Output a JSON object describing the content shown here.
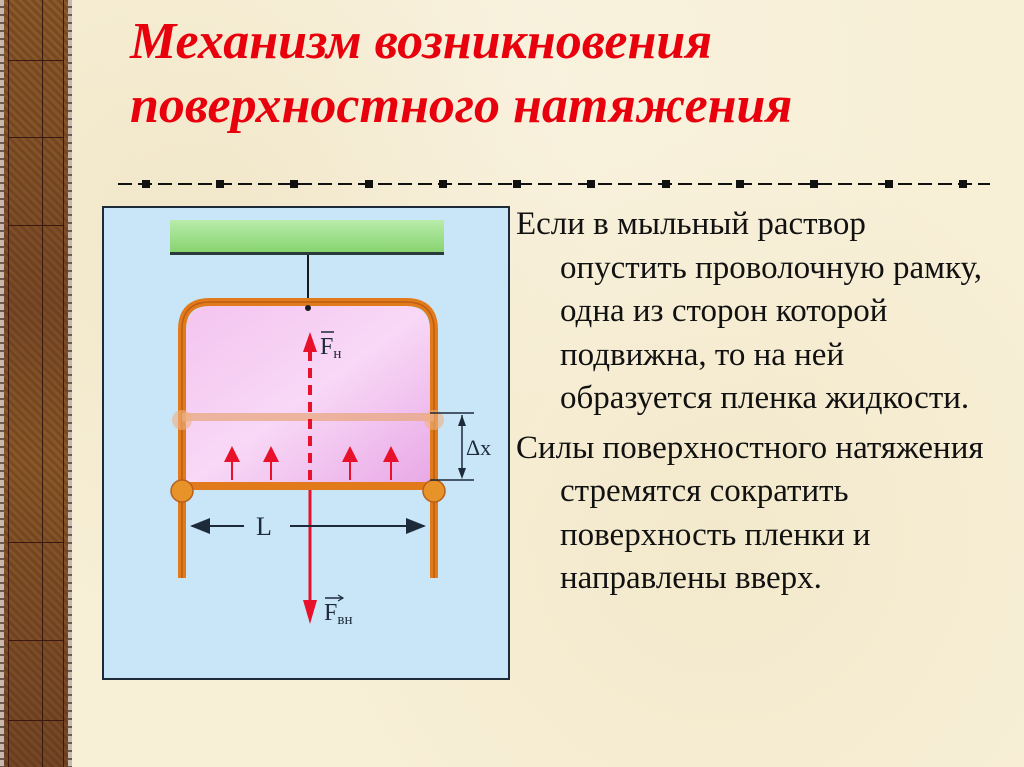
{
  "slide": {
    "title_lines": [
      "Механизм возникновения",
      "поверхностного натяжения"
    ],
    "colors": {
      "title": "#e8000c",
      "background": "#f7efd6",
      "text": "#111111",
      "diagram_bg": "#c8e6f8",
      "frame_wire": "#e07a1a",
      "film": "#f0b8ec",
      "force_arrow": "#e8102a",
      "support_bar": "#9ee08a"
    },
    "divider": {
      "style": "dash-dot-square",
      "icon": "dashed-divider"
    },
    "diagram": {
      "labels": {
        "force_top": "F",
        "force_top_sub": "н",
        "force_bottom": "F",
        "force_bottom_sub": "вн",
        "length": "L",
        "displacement": "Δx"
      }
    },
    "paragraphs": [
      "Если в мыльный раствор опустить проволочную рамку, одна из сторон которой подвижна, то на ней образуется пленка жидкости.",
      "Силы поверхностного натяжения стремятся сократить поверхность пленки и направлены вверх."
    ]
  }
}
